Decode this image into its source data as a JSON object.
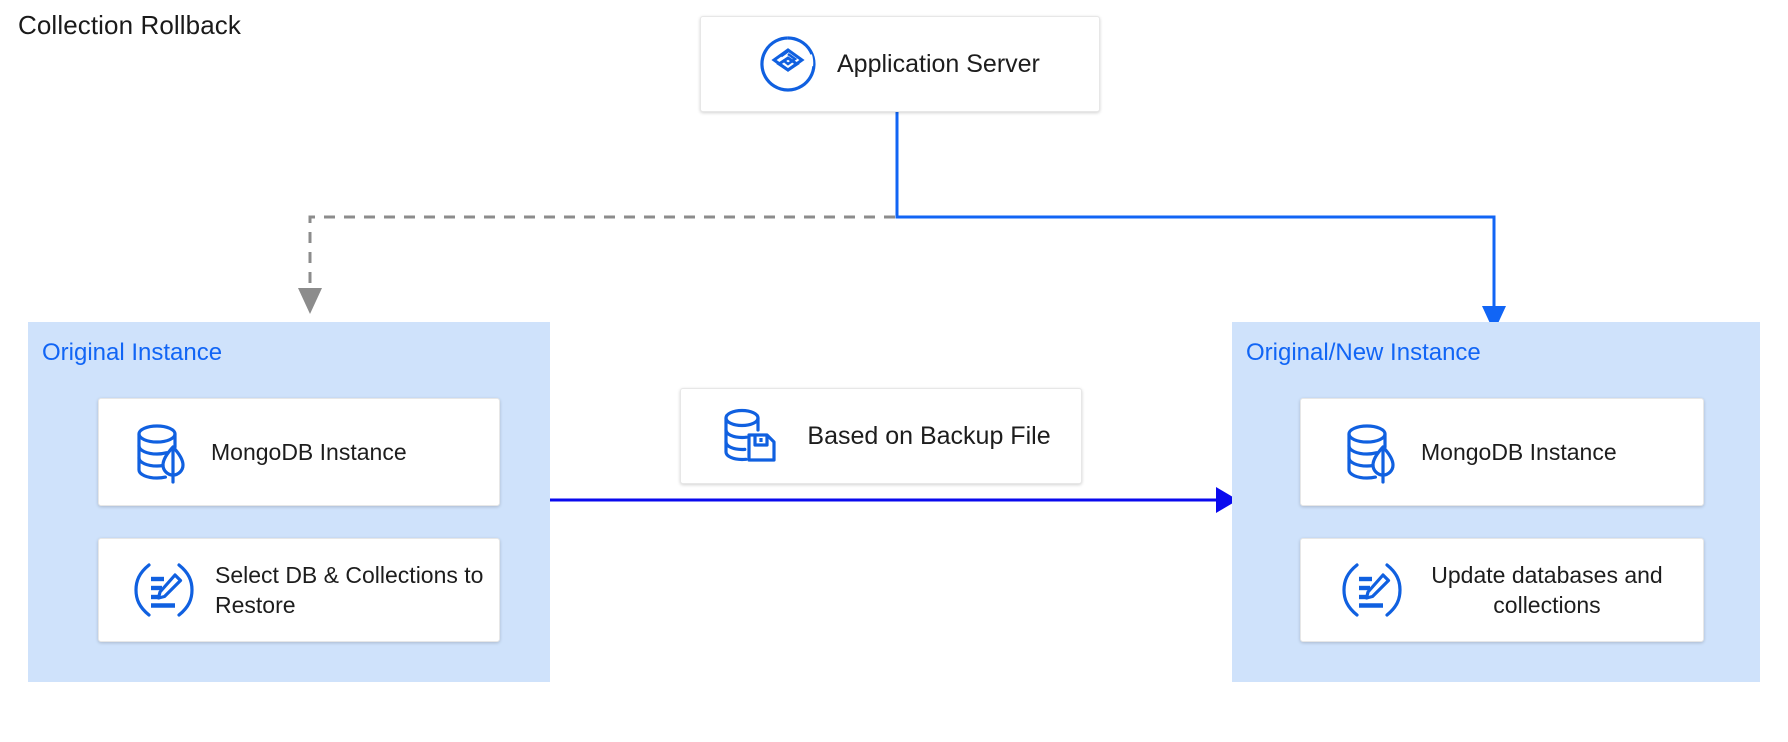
{
  "diagram": {
    "title": "Collection Rollback",
    "type": "architecture-flow",
    "colors": {
      "accent_blue": "#1165f5",
      "icon_blue": "#1060e0",
      "panel_background": "#cfe2fb",
      "card_background": "#ffffff",
      "arrow_blue": "#0a0aee",
      "arrow_dashed_gray": "#8c8c8c",
      "title_text": "#1a1a1a"
    }
  },
  "nodes": {
    "app_server": {
      "label": "Application Server",
      "icon": "application-server-icon"
    },
    "backup_file": {
      "label": "Based on Backup File",
      "icon": "database-backup-icon"
    }
  },
  "panels": [
    {
      "id": "original",
      "title": "Original Instance",
      "align": "left",
      "cards": [
        {
          "label": "MongoDB Instance",
          "icon": "mongodb-icon"
        },
        {
          "label": "Select DB & Collections to Restore",
          "icon": "edit-document-icon"
        }
      ]
    },
    {
      "id": "target",
      "title": "Original/New Instance",
      "align": "center",
      "cards": [
        {
          "label": "MongoDB Instance",
          "icon": "mongodb-icon"
        },
        {
          "label": "Update databases and collections",
          "icon": "edit-document-icon"
        }
      ]
    }
  ],
  "connectors": [
    {
      "name": "app-server-to-original-instance",
      "style": "dashed",
      "color": "#8c8c8c",
      "arrowhead": "down"
    },
    {
      "name": "app-server-to-target-instance",
      "style": "solid",
      "color": "#1165f5",
      "arrowhead": "down"
    },
    {
      "name": "original-to-target-restore-flow",
      "style": "solid",
      "color": "#0a0aee",
      "arrowhead": "right"
    }
  ]
}
